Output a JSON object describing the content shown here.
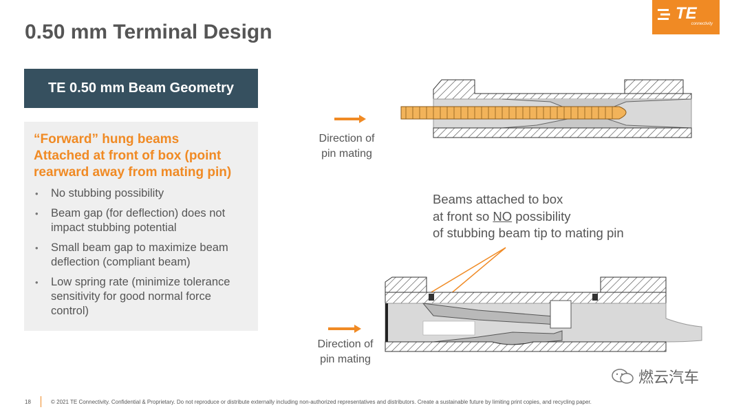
{
  "slide": {
    "title": "0.50 mm Terminal Design",
    "page_number": "18"
  },
  "brand": {
    "logo_text": "TE",
    "logo_subtext": "connectivity",
    "accent_color": "#f08a24",
    "header_bg": "#36505f"
  },
  "left_panel": {
    "header": "TE 0.50 mm Beam Geometry",
    "heading_line1": "“Forward” hung beams",
    "heading_line2": "Attached at front of box (point rearward away from mating pin)",
    "bullets": [
      "No stubbing possibility",
      "Beam gap (for deflection) does not impact stubbing potential",
      "Small beam gap to maximize beam deflection (compliant beam)",
      "Low spring rate (minimize tolerance sensitivity for good normal force control)"
    ]
  },
  "diagram_top": {
    "direction_label": "Direction of pin mating"
  },
  "diagram_bottom": {
    "direction_label": "Direction of pin mating",
    "callout_line1": "Beams attached to box",
    "callout_line2_pre": "at front so ",
    "callout_line2_emph": "NO",
    "callout_line2_post": " possibility",
    "callout_line3": "of stubbing beam tip to mating pin"
  },
  "footer": {
    "text": "© 2021 TE Connectivity. Confidential & Proprietary. Do not reproduce or distribute externally including non-authorized representatives and distributors. Create a sustainable future by limiting print copies, and recycling paper."
  },
  "watermark": {
    "text": "燃云汽车"
  }
}
